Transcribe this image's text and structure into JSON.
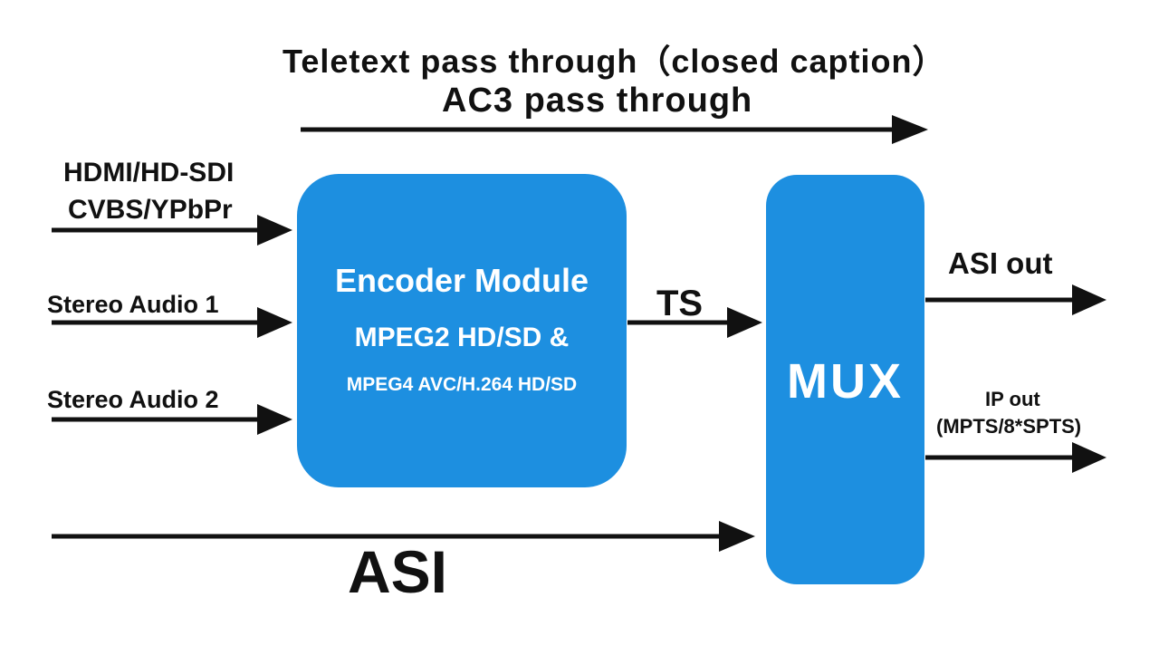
{
  "top": {
    "line1": "Teletext pass through（closed caption）",
    "line2": "AC3 pass through"
  },
  "inputs": {
    "video_line1": "HDMI/HD-SDI",
    "video_line2": "CVBS/YPbPr",
    "audio1": "Stereo Audio 1",
    "audio2": "Stereo Audio 2",
    "asi": "ASI"
  },
  "encoder": {
    "title": "Encoder Module",
    "line2": "MPEG2 HD/SD &",
    "line3": "MPEG4 AVC/H.264 HD/SD"
  },
  "ts_label": "TS",
  "mux": {
    "label": "MUX"
  },
  "outputs": {
    "asi_out": "ASI out",
    "ip_line1": "IP out",
    "ip_line2": "(MPTS/8*SPTS)"
  },
  "colors": {
    "block": "#1d8fe0",
    "arrow": "#111111"
  }
}
